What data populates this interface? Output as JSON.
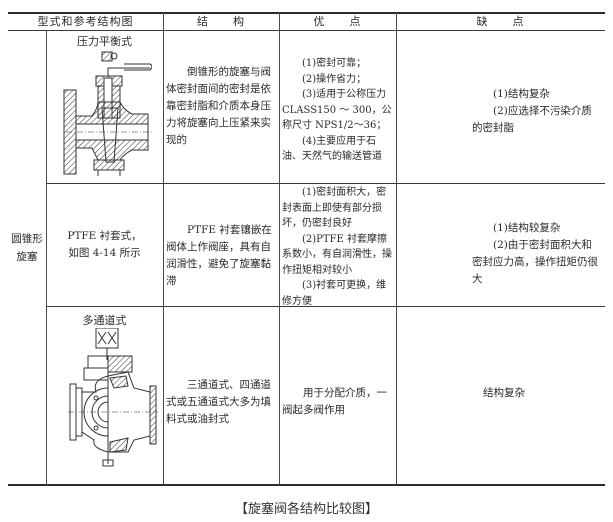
{
  "table": {
    "headers": {
      "type": "型式和参考结构图",
      "structure": "结　　构",
      "advantages": "优　　点",
      "disadvantages": "缺　　点"
    },
    "group_label_line1": "圆锥形",
    "group_label_line2": "旋塞",
    "rows": [
      {
        "type_title": "压力平衡式",
        "figure_icon": "pressure-balanced-plug-valve-drawing",
        "structure": "倒锥形的旋塞与阀体密封面间的密封是依靠密封脂和介质本身压力将旋塞向上压紧来实现的",
        "advantages": [
          "(1)密封可靠；",
          "(2)操作省力；",
          "(3)适用于公称压力 CLASS150 ～ 300，公称尺寸 NPS1/2～36；",
          "(4)主要应用于石油、天然气的输送管道"
        ],
        "disadvantages": [
          "(1)结构复杂",
          "(2)应选择不污染介质的密封脂"
        ]
      },
      {
        "type_line1": "PTFE 衬套式，",
        "type_line2": "如图 4-14 所示",
        "structure": "PTFE 衬套镶嵌在阀体上作阀座，具有自润滑性，避免了旋塞黏滞",
        "advantages": [
          "(1)密封面积大，密封表面上即使有部分损坏，仍密封良好",
          "(2)PTFE 衬套摩擦系数小，有自润滑性，操作扭矩相对较小",
          "(3)衬套可更换，维修方便"
        ],
        "disadvantages": [
          "(1)结构较复杂",
          "(2)由于密封面积大和密封应力高，操作扭矩仍很大"
        ]
      },
      {
        "type_title": "多通道式",
        "figure_icon": "multi-port-plug-valve-drawing",
        "structure": "三通道式、四通道式或五通道式大多为填料式或油封式",
        "advantages": [
          "用于分配介质，一阀起多阀作用"
        ],
        "disadvantages": [
          "结构复杂"
        ]
      }
    ]
  },
  "caption": "【旋塞阀各结构比较图】"
}
